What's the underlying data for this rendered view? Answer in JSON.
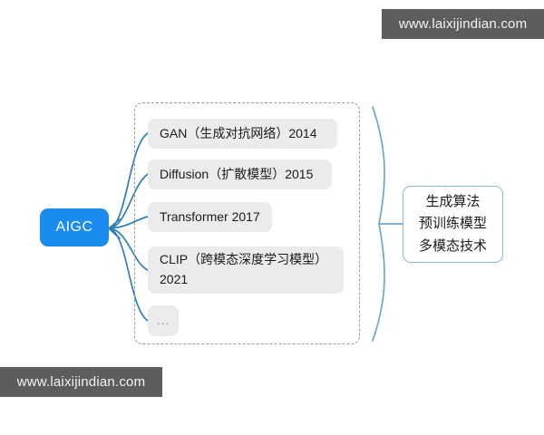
{
  "diagram": {
    "root": {
      "label": "AIGC"
    },
    "group": {
      "items": [
        {
          "line1": "GAN（生成对抗网络）2014",
          "line2": ""
        },
        {
          "line1": "Diffusion（扩散模型）2015",
          "line2": ""
        },
        {
          "line1": "Transformer 2017",
          "line2": ""
        },
        {
          "line1": "CLIP（跨模态深度学习模型）",
          "line2": " 2021"
        },
        {
          "line1": "...",
          "line2": ""
        }
      ]
    },
    "summary": {
      "lines": [
        "生成算法",
        "预训练模型",
        "多模态技术"
      ]
    },
    "colors": {
      "root_fill": "#1a8cf0",
      "root_text": "#ffffff",
      "item_fill": "#ebebeb",
      "item_text": "#1b1b1b",
      "group_border": "#9a9a9a",
      "connector": "#2e7fb8",
      "brace": "#6ba6cd",
      "summary_border": "#8cb6d4",
      "watermark_bg": "#5d5d5d",
      "watermark_text": "#f2f2f2",
      "background": "#ffffff"
    }
  },
  "watermarks": {
    "top_right": "www.laixijindian.com",
    "bottom_left": "www.laixijindian.com"
  }
}
